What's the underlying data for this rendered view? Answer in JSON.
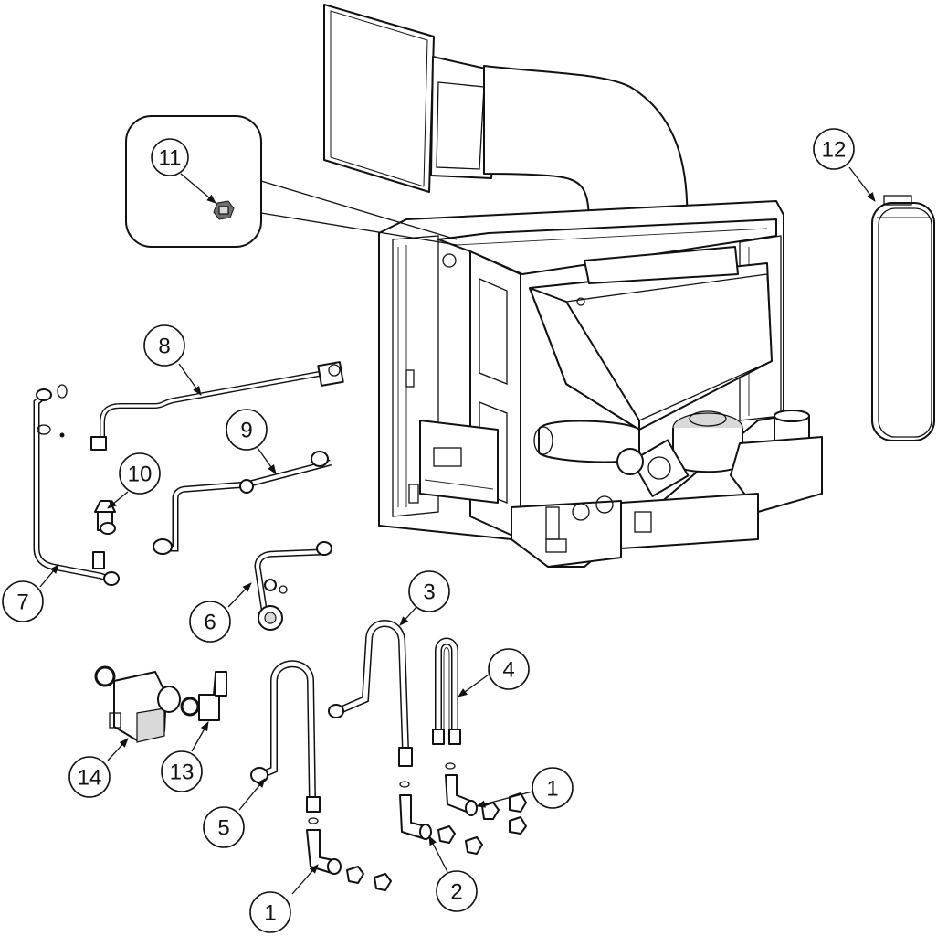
{
  "diagram": {
    "callouts": [
      {
        "label": "1"
      },
      {
        "label": "1"
      },
      {
        "label": "2"
      },
      {
        "label": "3"
      },
      {
        "label": "4"
      },
      {
        "label": "5"
      },
      {
        "label": "6"
      },
      {
        "label": "7"
      },
      {
        "label": "8"
      },
      {
        "label": "9"
      },
      {
        "label": "10"
      },
      {
        "label": "11"
      },
      {
        "label": "12"
      },
      {
        "label": "13"
      },
      {
        "label": "14"
      }
    ]
  }
}
